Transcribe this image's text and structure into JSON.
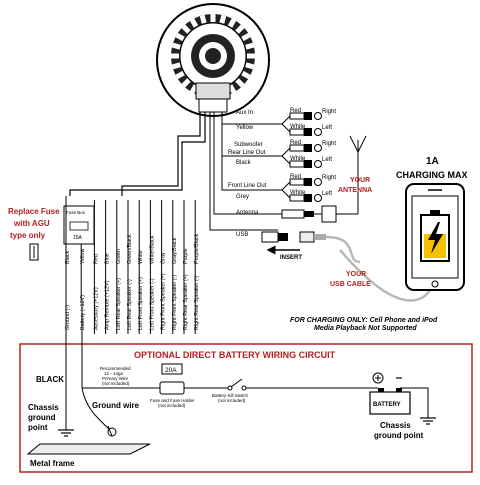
{
  "colors": {
    "accent_red": "#b3201f",
    "line": "#000000",
    "usb_cable": "#b8b8b8",
    "battery_icon": "#f5c200"
  },
  "inputs": {
    "aux_in": "Aux In",
    "aux_color": "Yellow",
    "sub_line1": "Subwoofer",
    "sub_line2": "Rear Line Out",
    "sub_color": "Black",
    "front_line": "Front Line Out",
    "front_color": "Grey",
    "antenna": "Antenna",
    "usb": "USB",
    "insert": "INSERT",
    "red": "Red",
    "white": "White",
    "right": "Right",
    "left": "Left"
  },
  "antenna_label": {
    "line1": "YOUR",
    "line2": "ANTENNA"
  },
  "usb_cable_label": {
    "line1": "YOUR",
    "line2": "USB CABLE"
  },
  "charging": {
    "line1": "1A",
    "line2": "CHARGING MAX"
  },
  "charging_note": {
    "line1": "FOR CHARGING ONLY: Cell Phone and iPod",
    "line2": "Media Playback Not Supported"
  },
  "fuse_note": {
    "line1": "Replace Fuse",
    "line2": "with AGU",
    "line3": "type only"
  },
  "fuse_box": {
    "title": "Fuse Box",
    "rating": "15A"
  },
  "harness_wires": [
    {
      "function": "Ground (-)",
      "color": "Black"
    },
    {
      "function": "Battery (+12V)",
      "color": "Yellow"
    },
    {
      "function": "Accessory (+12V)",
      "color": "Red"
    },
    {
      "function": "Amp Remote (+12V)",
      "color": "Blue"
    },
    {
      "function": "Left Rear Speaker (+)",
      "color": "Green"
    },
    {
      "function": "Left Rear Speaker (-)",
      "color": "Green/Black"
    },
    {
      "function": "Left Front Speaker (+)",
      "color": "White"
    },
    {
      "function": "Left Front Speaker (-)",
      "color": "White/Black"
    },
    {
      "function": "Right Front Speaker (+)",
      "color": "Gray"
    },
    {
      "function": "Right Front Speaker (-)",
      "color": "Gray/Black"
    },
    {
      "function": "Right Rear Speaker (+)",
      "color": "Purple"
    },
    {
      "function": "Right Rear Speaker (-)",
      "color": "Purple/Black"
    }
  ],
  "circuit": {
    "title": "OPTIONAL DIRECT BATTERY WIRING CIRCUIT",
    "black": "BLACK",
    "recommended": [
      "Recommended",
      "12 - 14ga",
      "Primary Wire",
      "(not included)"
    ],
    "fuse_rating": "20A",
    "fuse_holder": [
      "Fuse and Fuse Holder",
      "(not included)"
    ],
    "kill_switch": [
      "Battery Kill Switch",
      "(not included)"
    ],
    "battery": "BATTERY",
    "chassis_left": [
      "Chassis",
      "ground",
      "point"
    ],
    "ground_wire": "Ground wire",
    "chassis_right": [
      "Chassis",
      "ground point"
    ],
    "metal_frame": "Metal frame"
  }
}
